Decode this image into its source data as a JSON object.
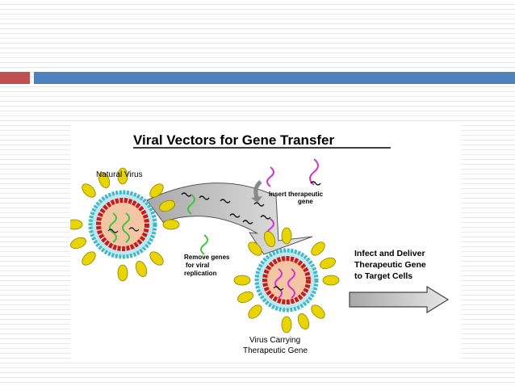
{
  "figure": {
    "title": "Viral Vectors for Gene Transfer",
    "natural_virus_label": "Natural Virus",
    "insert_label": [
      "Insert therapeutic",
      "gene"
    ],
    "remove_label": [
      "Remove genes",
      "for viral",
      "replication"
    ],
    "deliver_label": [
      "Infect and Deliver",
      "Therapeutic Gene",
      "to Target Cells"
    ],
    "carrier_label": [
      "Virus Carrying",
      "Therapeutic Gene"
    ]
  },
  "colors": {
    "accent_red": "#c0504d",
    "accent_blue": "#4f81bd",
    "spike": "#e8d400",
    "membrane_dot": "#3fb8c8",
    "core_ring": "#c81a1a",
    "core_fill": "#f2c6a4",
    "gene_green": "#3ec43e",
    "gene_magenta": "#d42fd4"
  }
}
